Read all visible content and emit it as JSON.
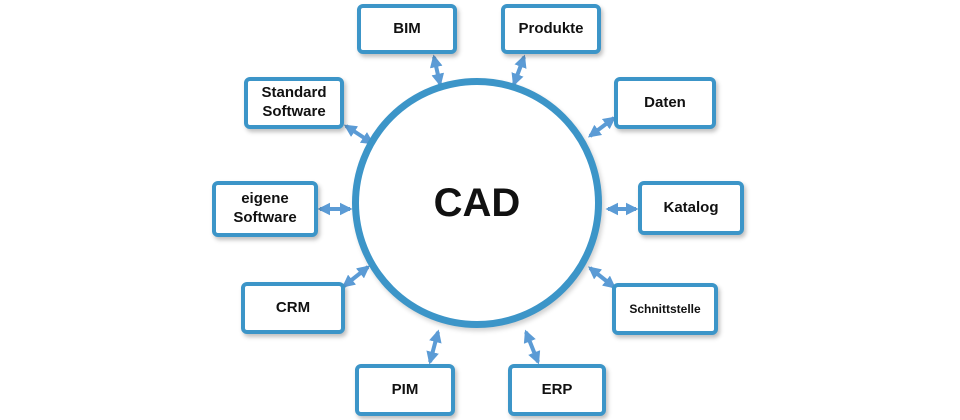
{
  "hub": {
    "label": "CAD"
  },
  "nodes": [
    {
      "id": "bim",
      "label": "BIM"
    },
    {
      "id": "produkte",
      "label": "Produkte"
    },
    {
      "id": "daten",
      "label": "Daten"
    },
    {
      "id": "katalog",
      "label": "Katalog"
    },
    {
      "id": "schnittstelle",
      "label": "Schnittstelle"
    },
    {
      "id": "erp",
      "label": "ERP"
    },
    {
      "id": "pim",
      "label": "PIM"
    },
    {
      "id": "crm",
      "label": "CRM"
    },
    {
      "id": "eigene-software",
      "label": "eigene\nSoftware"
    },
    {
      "id": "standard-software",
      "label": "Standard\nSoftware"
    }
  ],
  "colors": {
    "accent": "#3c95c8",
    "arrow": "#5b9bd5",
    "text": "#111111"
  }
}
